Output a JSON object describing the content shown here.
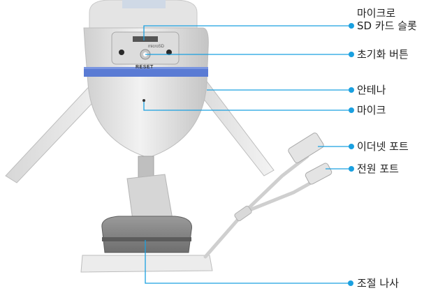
{
  "colors": {
    "accent": "#1aa0e0",
    "band": "#5a7bd4",
    "body": "#e9e9e9",
    "text": "#222222"
  },
  "labels": {
    "sd_slot_line1": "마이크로",
    "sd_slot_line2": "SD 카드 슬롯",
    "reset_button": "초기화 버튼",
    "antenna": "안테나",
    "microphone": "마이크",
    "ethernet_port": "이더넷 포트",
    "power_port": "전원 포트",
    "adjust_screw": "조절 나사"
  },
  "device_markings": {
    "sd_slot": "microSD",
    "reset": "RESET"
  }
}
